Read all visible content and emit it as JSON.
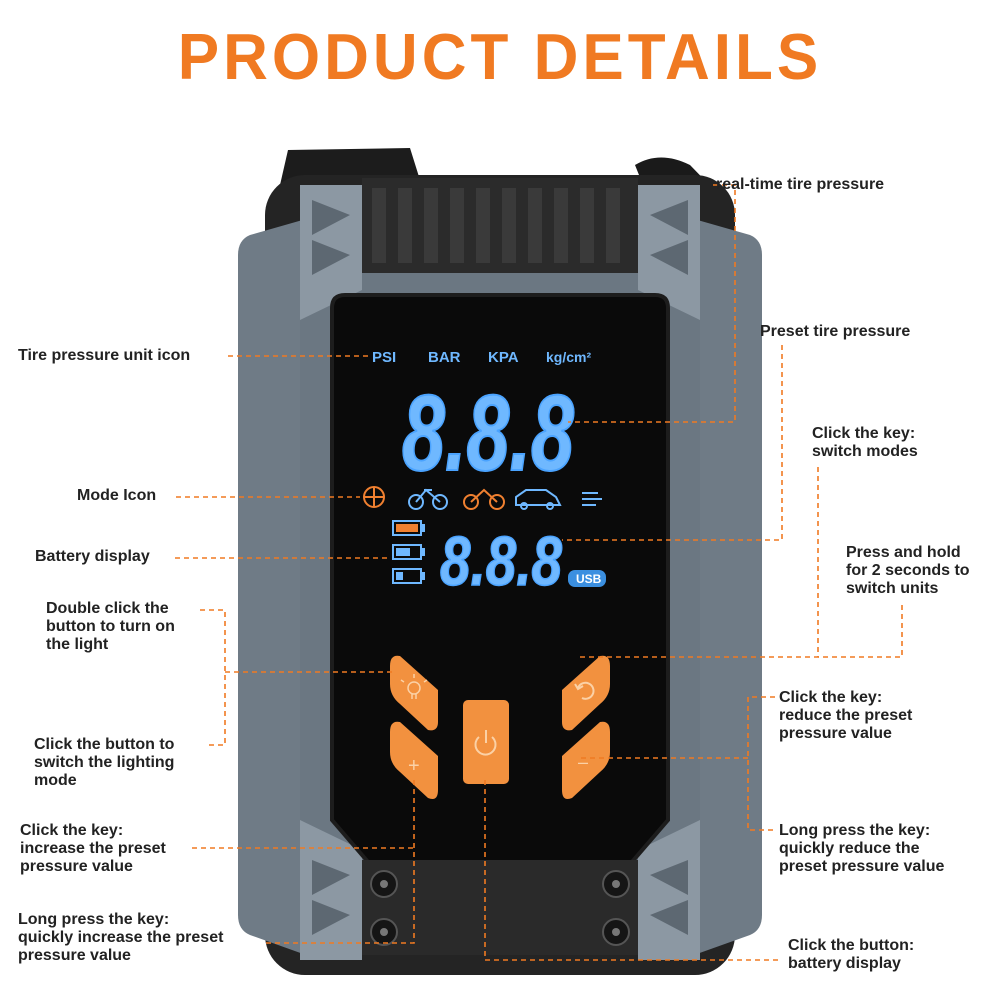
{
  "title": "PRODUCT DETAILS",
  "device": {
    "units": [
      "PSI",
      "BAR",
      "KPA",
      "kg/cm²"
    ],
    "main_display": "8.8.8",
    "preset_display": "8.8.8",
    "usb_badge": "USB",
    "mode_icons": [
      "ball-icon",
      "bicycle-icon",
      "motorcycle-icon",
      "car-icon",
      "air-icon"
    ],
    "buttons": {
      "plus": "+",
      "minus": "–"
    },
    "colors": {
      "accent": "#f2913f",
      "lcd": "#6fb8ff",
      "body": "#6d7a86",
      "dark": "#1e1e1e"
    }
  },
  "labels": {
    "realtime": "real-time tire pressure",
    "preset": "Preset tire pressure",
    "unit_icon": "Tire pressure unit icon",
    "switch_modes": "Click the key:\nswitch modes",
    "switch_units": "Press and hold\nfor 2 seconds to\nswitch units",
    "mode_icon": "Mode Icon",
    "battery_display": "Battery display",
    "double_click": "Double click the\nbutton to turn on\nthe light",
    "reduce": "Click the key:\nreduce the preset\npressure value",
    "lighting": "Click the button to\nswitch the lighting\nmode",
    "increase": "Click the key:\nincrease the preset\npressure value",
    "long_reduce": "Long press the key:\nquickly reduce the\npreset pressure value",
    "long_increase": "Long press the key:\nquickly increase the preset\npressure value",
    "battery_button": "Click the button:\nbattery display"
  }
}
